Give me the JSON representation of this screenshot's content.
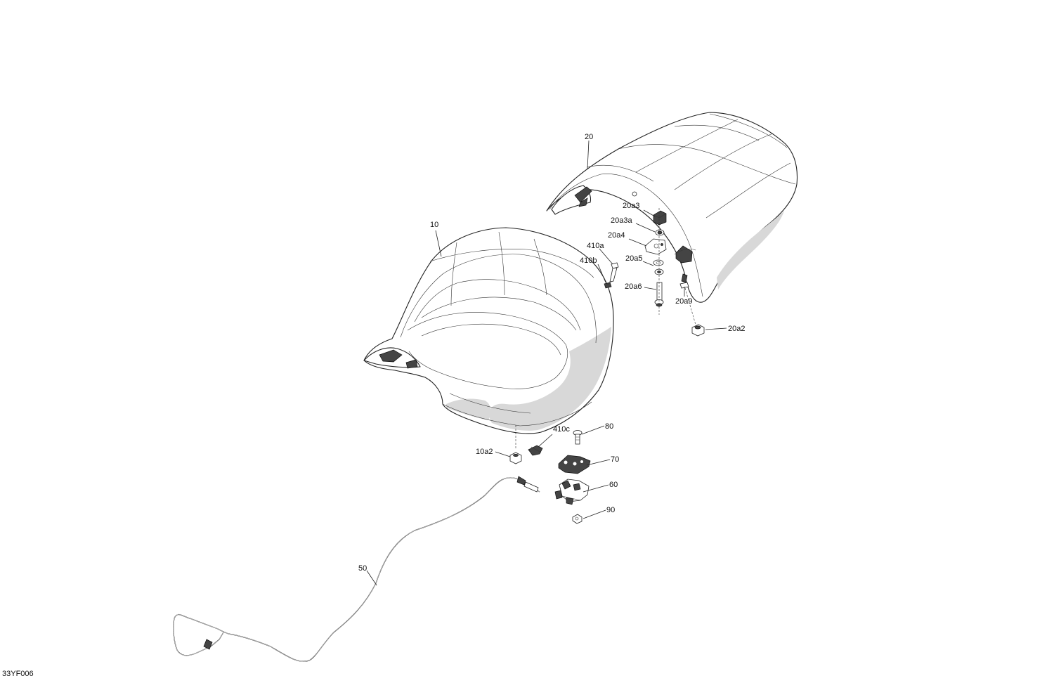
{
  "labels": {
    "p20": "20",
    "p20a3": "20a3",
    "p20a3a": "20a3a",
    "p20a4": "20a4",
    "p20a5": "20a5",
    "p20a6": "20a6",
    "p20a9": "20a9",
    "p20a2": "20a2",
    "p10": "10",
    "p410a": "410a",
    "p410b": "410b",
    "p410c": "410c",
    "p80": "80",
    "p70": "70",
    "p60": "60",
    "p90": "90",
    "p10a2": "10a2",
    "p50": "50",
    "figure_code": "33YF006"
  },
  "colors": {
    "line": "#222222",
    "shading": "#d8d8d8",
    "background": "#ffffff"
  }
}
